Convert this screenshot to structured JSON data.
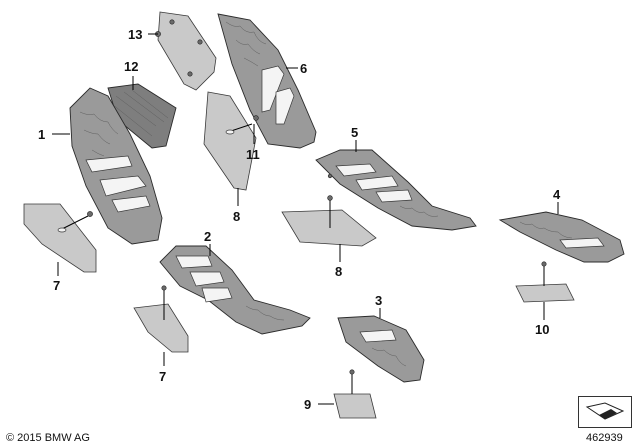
{
  "callouts": [
    {
      "id": "c1",
      "label": "1"
    },
    {
      "id": "c2",
      "label": "2"
    },
    {
      "id": "c3",
      "label": "3"
    },
    {
      "id": "c4",
      "label": "4"
    },
    {
      "id": "c5",
      "label": "5"
    },
    {
      "id": "c6",
      "label": "6"
    },
    {
      "id": "c7a",
      "label": "7"
    },
    {
      "id": "c7b",
      "label": "7"
    },
    {
      "id": "c8a",
      "label": "8"
    },
    {
      "id": "c8b",
      "label": "8"
    },
    {
      "id": "c9",
      "label": "9"
    },
    {
      "id": "c10",
      "label": "10"
    },
    {
      "id": "c11",
      "label": "11"
    },
    {
      "id": "c12",
      "label": "12"
    },
    {
      "id": "c13",
      "label": "13"
    }
  ],
  "footer": {
    "copyright": "© 2015 BMW AG",
    "document_number": "462939"
  },
  "nav_icon": "page-corner-arrow-icon"
}
